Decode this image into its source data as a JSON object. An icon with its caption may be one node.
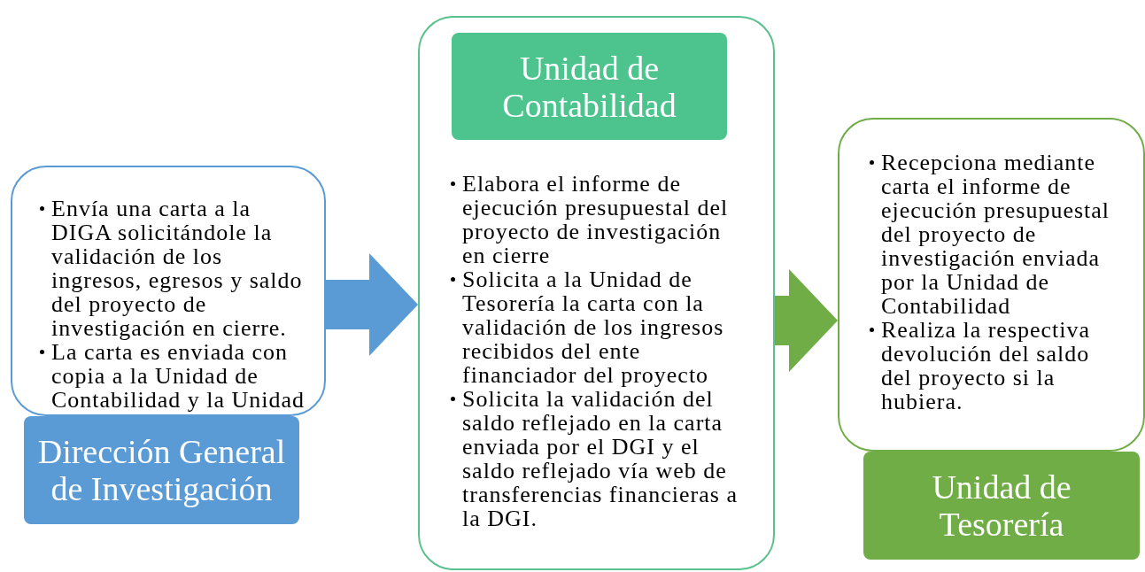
{
  "diagram": {
    "nodes": [
      {
        "text": [
          "Envía una carta a la DIGA solicitándole la validación de los ingresos, egresos y saldo del proyecto de investigación en cierre.",
          "La carta es enviada con copia a la Unidad de Contabilidad y la Unidad"
        ]
      },
      {
        "text": [
          "Dirección General de Investigación"
        ]
      },
      {
        "text": [
          "Elabora el informe de ejecución presupuestal del proyecto de investigación en cierre",
          "Solicita a la Unidad de Tesorería la carta con la validación de los ingresos recibidos del ente financiador del proyecto",
          "Solicita la validación del saldo reflejado en la carta enviada por el DGI y el saldo reflejado vía web de transferencias financieras a la DGI."
        ]
      },
      {
        "text": [
          "Unidad de Contabilidad"
        ],
        "in": 2
      },
      {
        "text": [
          "Recepciona mediante carta el informe de ejecución presupuestal del proyecto de investigación enviada por la Unidad de Contabilidad",
          "Realiza la respectiva devolución del saldo del proyecto si la hubiera."
        ]
      },
      {
        "text": [
          "Unidad de Tesorería"
        ]
      }
    ],
    "edges": [
      {
        "from": 0,
        "to": 2,
        "arrow": "to",
        "color": "#5b9bd5"
      },
      {
        "from": 2,
        "to": 4,
        "arrow": "to",
        "color": "#70ad47"
      }
    ]
  }
}
